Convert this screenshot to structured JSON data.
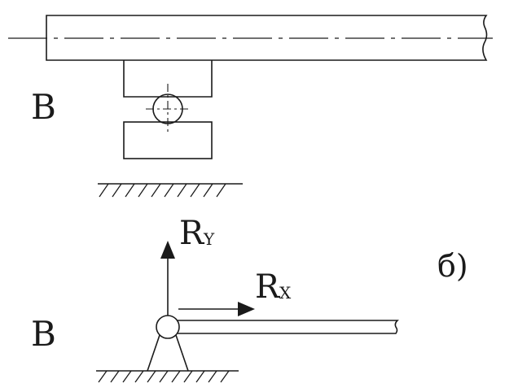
{
  "labels": {
    "support_top": "B",
    "support_bottom": "B",
    "ry_main": "R",
    "ry_sub": "Y",
    "rx_main": "R",
    "rx_sub": "X",
    "part": "б)"
  },
  "colors": {
    "stroke": "#1a1a1a",
    "background": "#ffffff"
  }
}
